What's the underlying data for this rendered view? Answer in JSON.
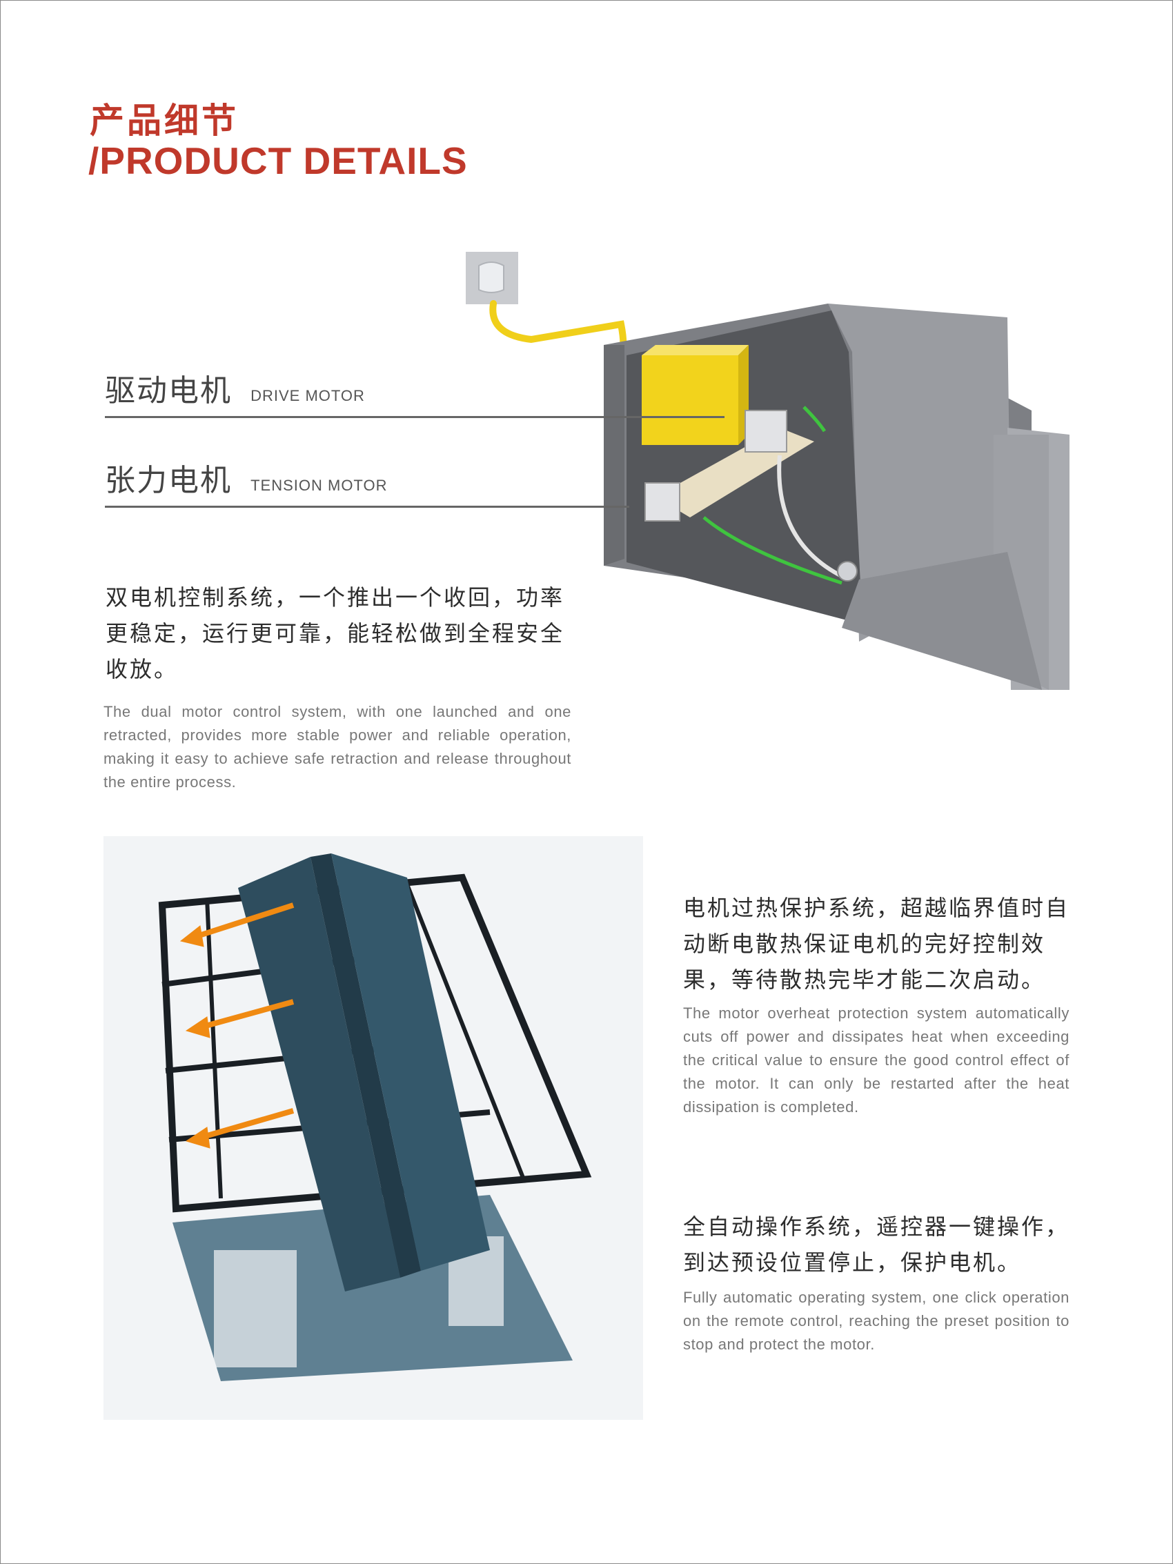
{
  "header": {
    "title_cn": "产品细节",
    "title_en": "/PRODUCT DETAILS"
  },
  "labels": {
    "drive_cn": "驱动电机",
    "drive_en": "DRIVE MOTOR",
    "tension_cn": "张力电机",
    "tension_en": "TENSION MOTOR"
  },
  "section1": {
    "cn": "双电机控制系统，一个推出一个收回，功率更稳定，运行更可靠，能轻松做到全程安全收放。",
    "en": "The dual motor control system, with one launched and one retracted, provides more stable power and reliable operation, making it easy to achieve safe retraction and release throughout the entire process."
  },
  "section2": {
    "cn": "电机过热保护系统，超越临界值时自动断电散热保证电机的完好控制效果，等待散热完毕才能二次启动。",
    "en": "The motor overheat protection system automatically cuts off power and dissipates heat when exceeding the critical value to ensure the good control effect of the motor. It can only be restarted after the heat dissipation is completed."
  },
  "section3": {
    "cn": "全自动操作系统，遥控器一键操作，到达预设位置停止，保护电机。",
    "en": "Fully automatic operating system, one click operation on the remote control, reaching the preset position to stop and protect the motor."
  },
  "colors": {
    "accent": "#c0392b",
    "motor_yellow": "#f2d31c",
    "housing_grey": "#8e9096",
    "canopy_blue": "#2e4d5e",
    "arrow_orange": "#f08a12"
  }
}
